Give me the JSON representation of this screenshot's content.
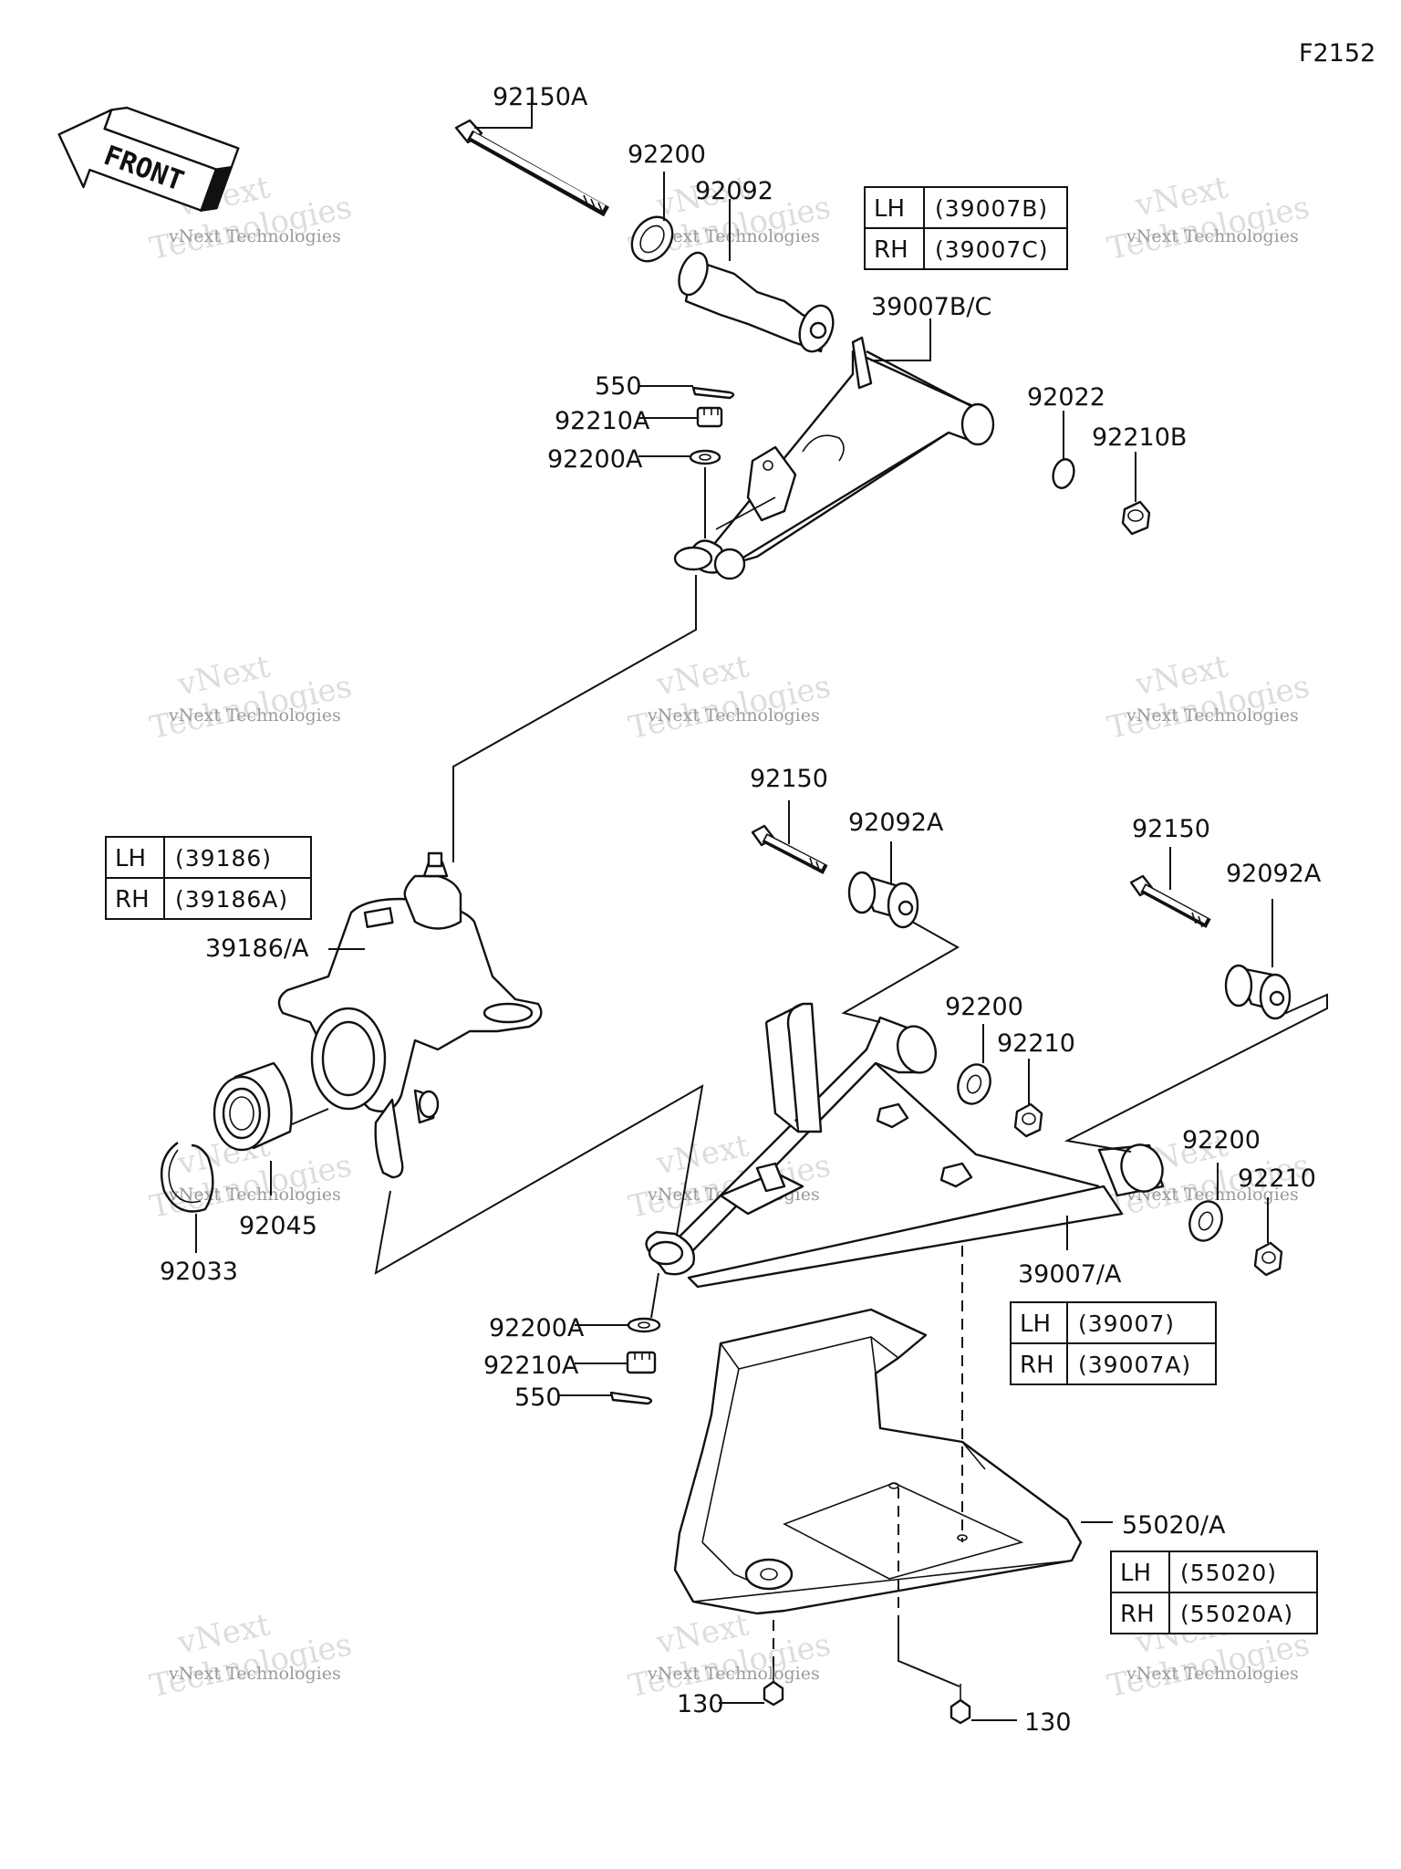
{
  "figure_code": "F2152",
  "front_label": "FRONT",
  "watermark": {
    "line1": "vNext Technologies",
    "line2": "vNext",
    "line3": "Technologies"
  },
  "callouts": {
    "bolt_upper": "92150A",
    "washer_upper": "92200",
    "bushing_upper": "92092",
    "upper_arm": "39007B/C",
    "cotter_upper": "550",
    "castle_nut_upper": "92210A",
    "washer_a_upper": "92200A",
    "washer_92022": "92022",
    "nut_upper": "92210B",
    "bolt_lower_1": "92150",
    "bushing_lower_1": "92092A",
    "bolt_lower_2": "92150",
    "bushing_lower_2": "92092A",
    "washer_lower_1": "92200",
    "nut_lower_1": "92210",
    "washer_lower_2": "92200",
    "nut_lower_2": "92210",
    "knuckle": "39186/A",
    "bearing": "92045",
    "circlip": "92033",
    "lower_arm": "39007/A",
    "washer_a_lower": "92200A",
    "castle_nut_lower": "92210A",
    "cotter_lower": "550",
    "guard": "55020/A",
    "bolt_130_left": "130",
    "bolt_130_right": "130"
  },
  "tables": {
    "upper_arm": {
      "rows": [
        {
          "side": "LH",
          "code": "(39007B)"
        },
        {
          "side": "RH",
          "code": "(39007C)"
        }
      ]
    },
    "knuckle": {
      "rows": [
        {
          "side": "LH",
          "code": "(39186)"
        },
        {
          "side": "RH",
          "code": "(39186A)"
        }
      ]
    },
    "lower_arm": {
      "rows": [
        {
          "side": "LH",
          "code": "(39007)"
        },
        {
          "side": "RH",
          "code": "(39007A)"
        }
      ]
    },
    "guard": {
      "rows": [
        {
          "side": "LH",
          "code": "(55020)"
        },
        {
          "side": "RH",
          "code": "(55020A)"
        }
      ]
    }
  },
  "icons": {
    "front_arrow": "front-arrow-icon"
  }
}
